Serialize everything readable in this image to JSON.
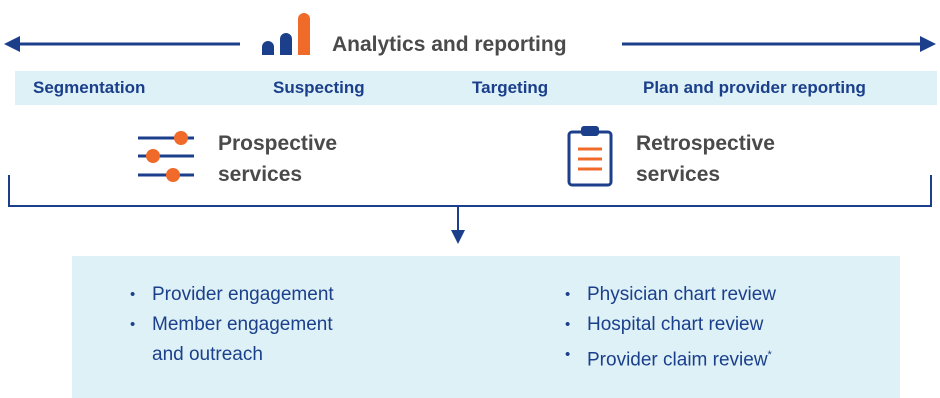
{
  "header": {
    "title": "Analytics and reporting"
  },
  "categories": [
    "Segmentation",
    "Suspecting",
    "Targeting",
    "Plan and provider reporting"
  ],
  "services": {
    "prospective": {
      "line1": "Prospective",
      "line2": "services",
      "icon": "sliders-icon"
    },
    "retrospective": {
      "line1": "Retrospective",
      "line2": "services",
      "icon": "clipboard-icon"
    }
  },
  "outcomes": {
    "left": [
      "Provider engagement",
      "Member engagement",
      "and outreach"
    ],
    "right": [
      "Physician chart review",
      "Hospital chart review",
      "Provider claim review"
    ],
    "footnote_mark": "*"
  },
  "colors": {
    "navy": "#1b3f8b",
    "orange": "#f06a2a",
    "light_teal": "#ddf1f6",
    "gray_text": "#4a4a4a"
  }
}
